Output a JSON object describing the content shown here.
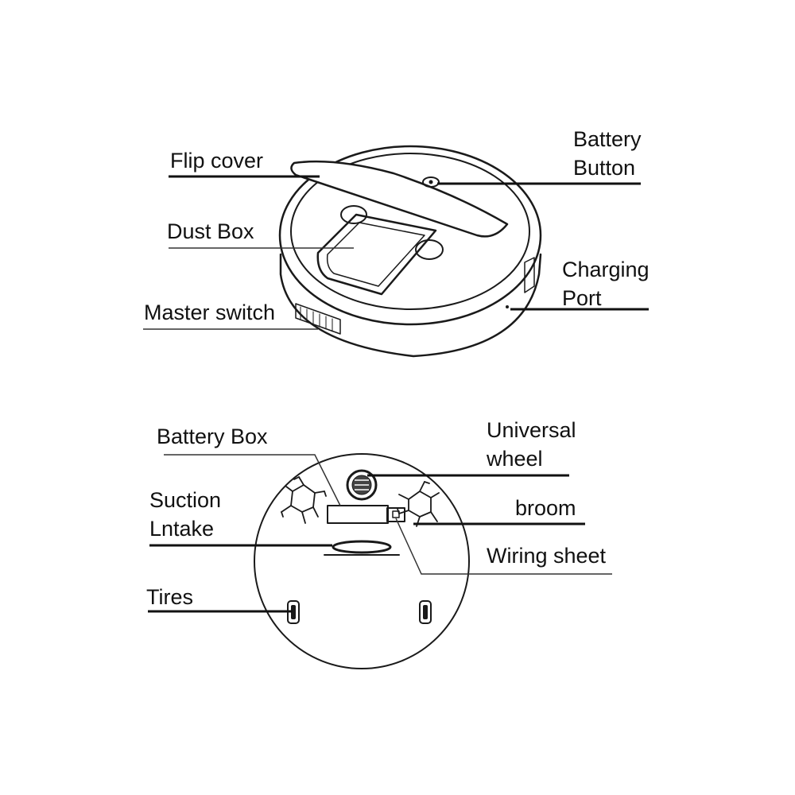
{
  "top_view": {
    "flip_cover": "Flip cover",
    "dust_box": "Dust Box",
    "master_switch": "Master switch",
    "battery_button": [
      "Battery",
      "Button"
    ],
    "charging_port": [
      "Charging",
      "Port"
    ]
  },
  "bottom_view": {
    "battery_box": "Battery Box",
    "suction_intake": [
      "Suction",
      "Lntake"
    ],
    "tires": "Tires",
    "universal_wheel": [
      "Universal",
      "wheel"
    ],
    "broom": "broom",
    "wiring_sheet": "Wiring sheet"
  }
}
